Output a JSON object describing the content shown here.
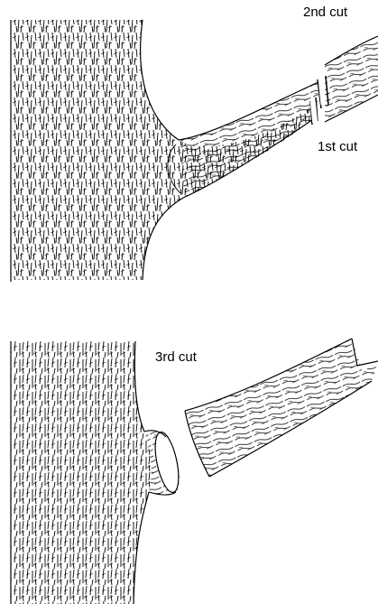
{
  "labels": {
    "second_cut": "2nd cut",
    "first_cut": "1st cut",
    "third_cut": "3rd cut"
  },
  "colors": {
    "ink": "#000000",
    "paper": "#ffffff"
  },
  "figures": [
    {
      "name": "before-removal",
      "parts": [
        "trunk",
        "branch",
        "branch-collar",
        "first-cut-notch",
        "second-cut-kerf"
      ]
    },
    {
      "name": "after-removal",
      "parts": [
        "trunk",
        "branch-stub",
        "removed-branch-section"
      ]
    }
  ]
}
